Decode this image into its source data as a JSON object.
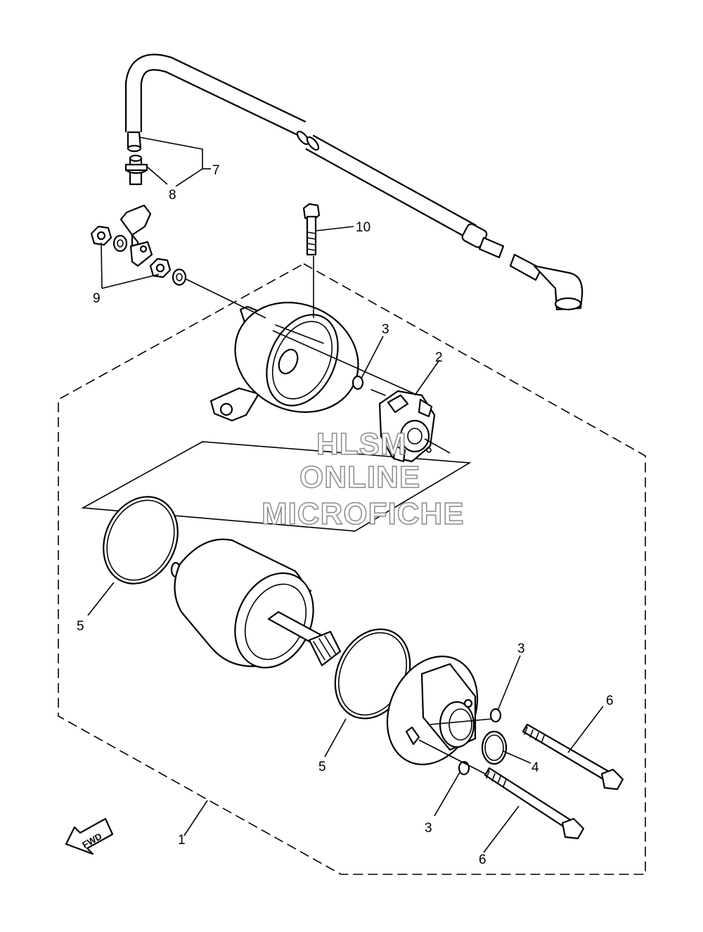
{
  "watermark": {
    "line1": "HLSM",
    "line2": "ONLINE",
    "line3": "MICROFICHE"
  },
  "direction_label": "FWD",
  "callouts": {
    "c1": "1",
    "c2": "2",
    "c3a": "3",
    "c3b": "3",
    "c3c": "3",
    "c4": "4",
    "c5a": "5",
    "c5b": "5",
    "c6a": "6",
    "c6b": "6",
    "c7": "7",
    "c8": "8",
    "c9": "9",
    "c10": "10"
  },
  "colors": {
    "line": "#000000",
    "background": "#ffffff",
    "watermark_outline": "#8a8a8a"
  }
}
